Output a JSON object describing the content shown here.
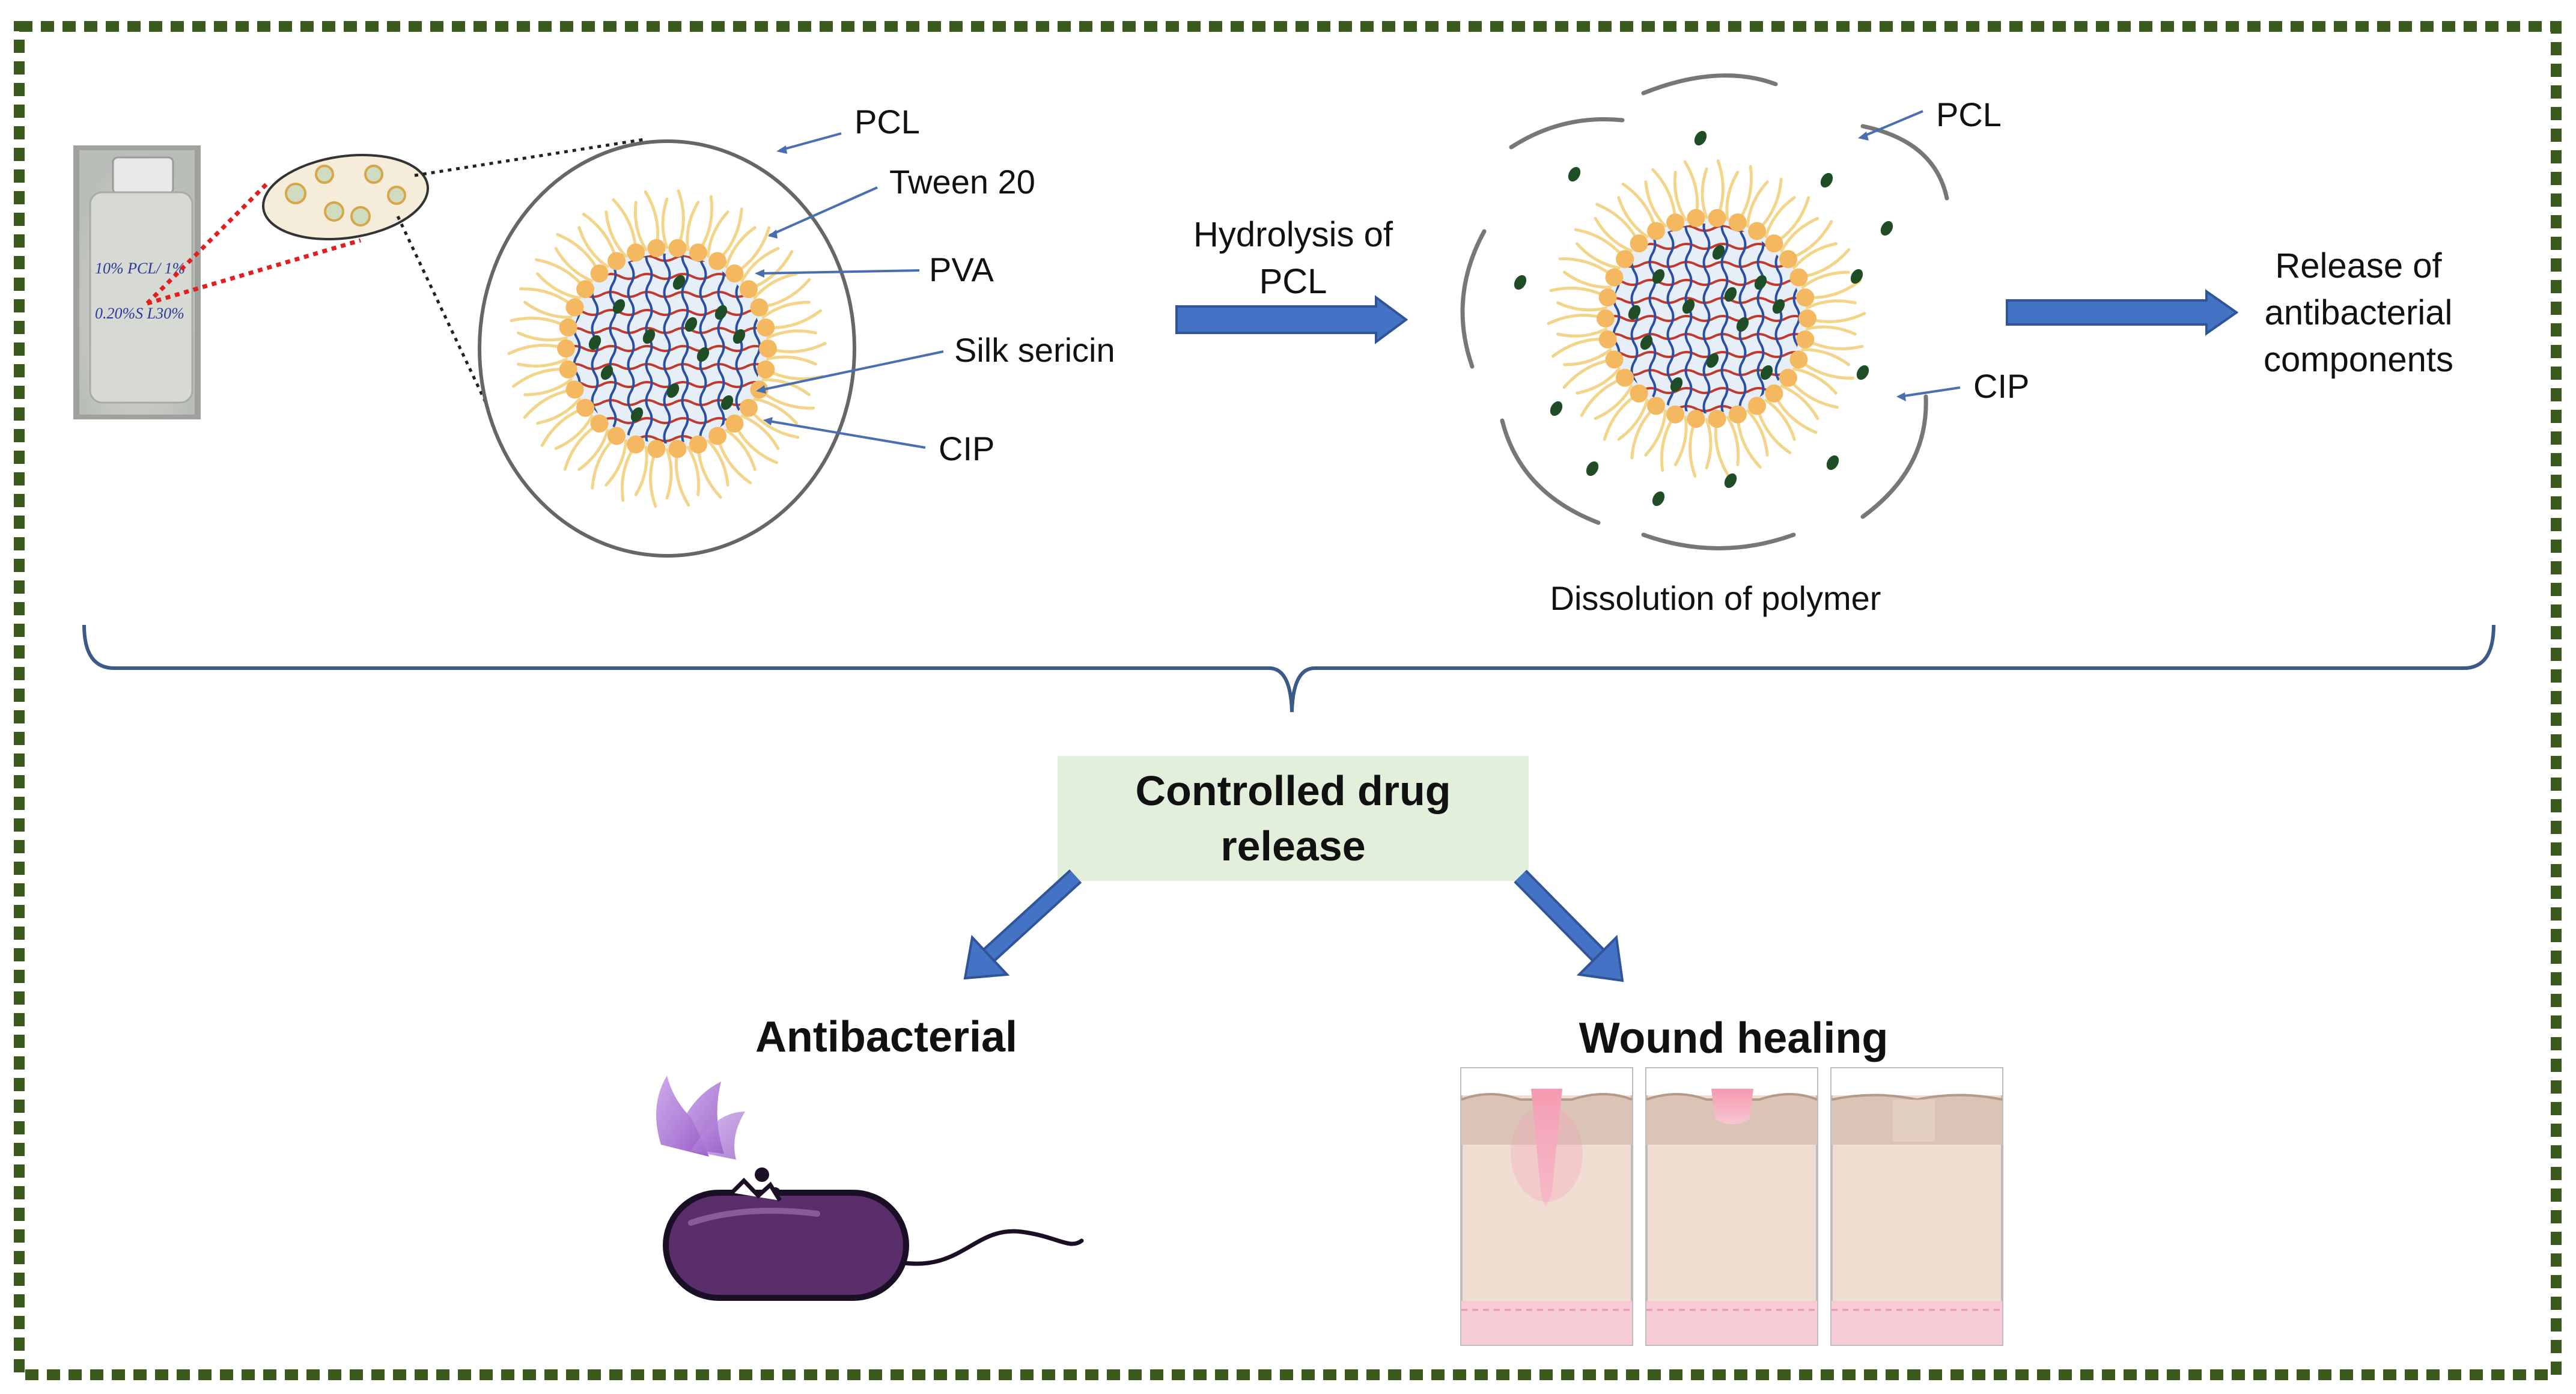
{
  "labels": {
    "pcl_1": "PCL",
    "tween": "Tween 20",
    "pva": "PVA",
    "sericin": "Silk sericin",
    "cip_1": "CIP",
    "hydrolysis_line1": "Hydrolysis of",
    "hydrolysis_line2": "PCL",
    "pcl_2": "PCL",
    "cip_2": "CIP",
    "dissolution": "Dissolution of polymer",
    "release_line1": "Release of",
    "release_line2": "antibacterial",
    "release_line3": "components",
    "controlled_line1": "Controlled drug",
    "controlled_line2": "release",
    "antibacterial": "Antibacterial",
    "wound_healing": "Wound healing"
  },
  "vial_label": {
    "line1": "10% PCL/ 1%",
    "line2": "0.20%S  L30%"
  },
  "colors": {
    "frame": "#3a5a1e",
    "arrow": "#4472c4",
    "callout": "#4a6fb0",
    "bracket": "#3b5a8a",
    "controlled_box": "#e2efda",
    "tween_head": "#f4b860",
    "tween_tail": "#f3d58a",
    "pva": "#2a4fa0",
    "sericin": "#c0392b",
    "cip": "#1f4d25",
    "core_fill": "#e6eef8",
    "shell": "#666666",
    "bacterium": "#5a2d6b",
    "spray": "#a56cd0",
    "skin": "#f0ddd2",
    "wound": "#f4a7b9"
  },
  "icons": {
    "vial": "vial-photo",
    "bacterium": "bacterium-icon",
    "skin_panels": "skin-cross-section-icon"
  }
}
